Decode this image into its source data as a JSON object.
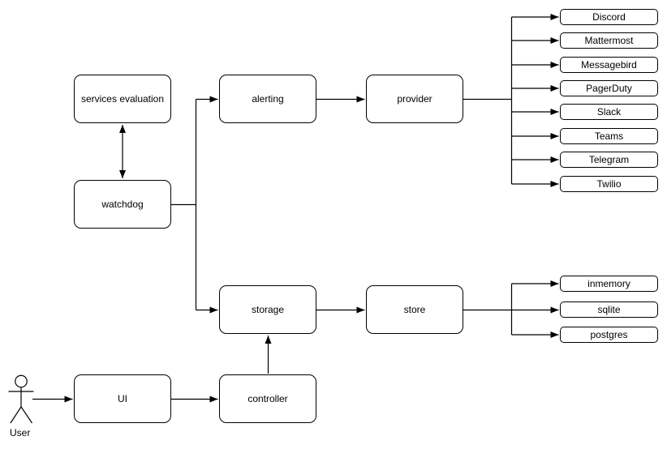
{
  "diagram": {
    "background_color": "#ffffff",
    "stroke_color": "#000000",
    "text_color": "#000000",
    "nodes": {
      "services_evaluation": "services evaluation",
      "watchdog": "watchdog",
      "alerting": "alerting",
      "provider": "provider",
      "storage": "storage",
      "store": "store",
      "ui": "UI",
      "controller": "controller"
    },
    "providers": [
      "Discord",
      "Mattermost",
      "Messagebird",
      "PagerDuty",
      "Slack",
      "Teams",
      "Telegram",
      "Twilio"
    ],
    "stores": [
      "inmemory",
      "sqlite",
      "postgres"
    ],
    "actor": {
      "label": "User"
    },
    "edges": [
      {
        "from": "services evaluation",
        "to": "watchdog",
        "arrows": "both"
      },
      {
        "from": "watchdog",
        "to": "alerting",
        "arrows": "end"
      },
      {
        "from": "watchdog",
        "to": "storage",
        "arrows": "end"
      },
      {
        "from": "alerting",
        "to": "provider",
        "arrows": "end"
      },
      {
        "from": "provider",
        "to": "Discord",
        "arrows": "end"
      },
      {
        "from": "provider",
        "to": "Mattermost",
        "arrows": "end"
      },
      {
        "from": "provider",
        "to": "Messagebird",
        "arrows": "end"
      },
      {
        "from": "provider",
        "to": "PagerDuty",
        "arrows": "end"
      },
      {
        "from": "provider",
        "to": "Slack",
        "arrows": "end"
      },
      {
        "from": "provider",
        "to": "Teams",
        "arrows": "end"
      },
      {
        "from": "provider",
        "to": "Telegram",
        "arrows": "end"
      },
      {
        "from": "provider",
        "to": "Twilio",
        "arrows": "end"
      },
      {
        "from": "storage",
        "to": "store",
        "arrows": "end"
      },
      {
        "from": "store",
        "to": "inmemory",
        "arrows": "end"
      },
      {
        "from": "store",
        "to": "sqlite",
        "arrows": "end"
      },
      {
        "from": "store",
        "to": "postgres",
        "arrows": "end"
      },
      {
        "from": "controller",
        "to": "storage",
        "arrows": "end"
      },
      {
        "from": "UI",
        "to": "controller",
        "arrows": "end"
      },
      {
        "from": "User",
        "to": "UI",
        "arrows": "end"
      }
    ]
  }
}
